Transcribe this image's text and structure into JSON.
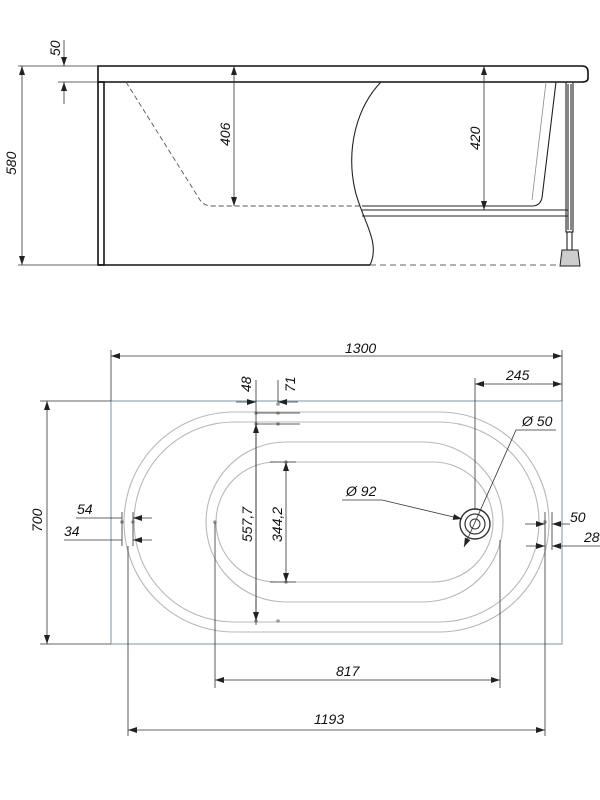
{
  "side_view": {
    "dims": {
      "rim": "50",
      "total_height": "580",
      "depth_left": "406",
      "depth_right": "420"
    }
  },
  "top_view": {
    "dims": {
      "length": "1300",
      "width": "700",
      "d48": "48",
      "d71": "71",
      "d245": "245",
      "phi50": "Ø 50",
      "phi92": "Ø 92",
      "d54": "54",
      "d34": "34",
      "d557": "557,7",
      "d344": "344,2",
      "d50": "50",
      "d28": "28",
      "d817": "817",
      "d1193": "1193"
    }
  }
}
